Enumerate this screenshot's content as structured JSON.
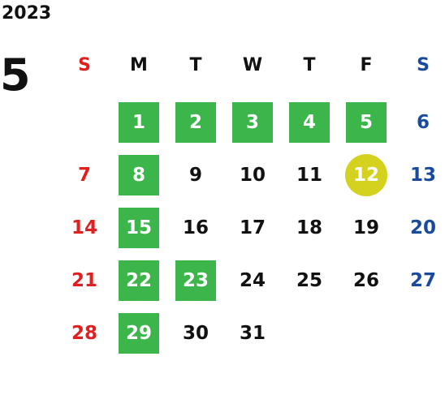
{
  "year": "2023",
  "month": "5",
  "colors": {
    "text": "#111111",
    "sunday": "#e02020",
    "saturday": "#1a4a9c",
    "holiday_bg": "#3cb54a",
    "today_bg": "#d4d21e",
    "holiday_text": "#ffffff"
  },
  "weekdays": [
    {
      "label": "S",
      "role": "sunday"
    },
    {
      "label": "M",
      "role": "weekday"
    },
    {
      "label": "T",
      "role": "weekday"
    },
    {
      "label": "W",
      "role": "weekday"
    },
    {
      "label": "T",
      "role": "weekday"
    },
    {
      "label": "F",
      "role": "weekday"
    },
    {
      "label": "S",
      "role": "saturday"
    }
  ],
  "weeks": [
    [
      null,
      {
        "day": "1",
        "mark": "holiday"
      },
      {
        "day": "2",
        "mark": "holiday"
      },
      {
        "day": "3",
        "mark": "holiday"
      },
      {
        "day": "4",
        "mark": "holiday"
      },
      {
        "day": "5",
        "mark": "holiday"
      },
      {
        "day": "6"
      }
    ],
    [
      {
        "day": "7"
      },
      {
        "day": "8",
        "mark": "holiday"
      },
      {
        "day": "9"
      },
      {
        "day": "10"
      },
      {
        "day": "11"
      },
      {
        "day": "12",
        "mark": "today"
      },
      {
        "day": "13"
      }
    ],
    [
      {
        "day": "14"
      },
      {
        "day": "15",
        "mark": "holiday"
      },
      {
        "day": "16"
      },
      {
        "day": "17"
      },
      {
        "day": "18"
      },
      {
        "day": "19"
      },
      {
        "day": "20"
      }
    ],
    [
      {
        "day": "21"
      },
      {
        "day": "22",
        "mark": "holiday"
      },
      {
        "day": "23",
        "mark": "holiday"
      },
      {
        "day": "24"
      },
      {
        "day": "25"
      },
      {
        "day": "26"
      },
      {
        "day": "27"
      }
    ],
    [
      {
        "day": "28"
      },
      {
        "day": "29",
        "mark": "holiday"
      },
      {
        "day": "30"
      },
      {
        "day": "31"
      },
      null,
      null,
      null
    ]
  ]
}
